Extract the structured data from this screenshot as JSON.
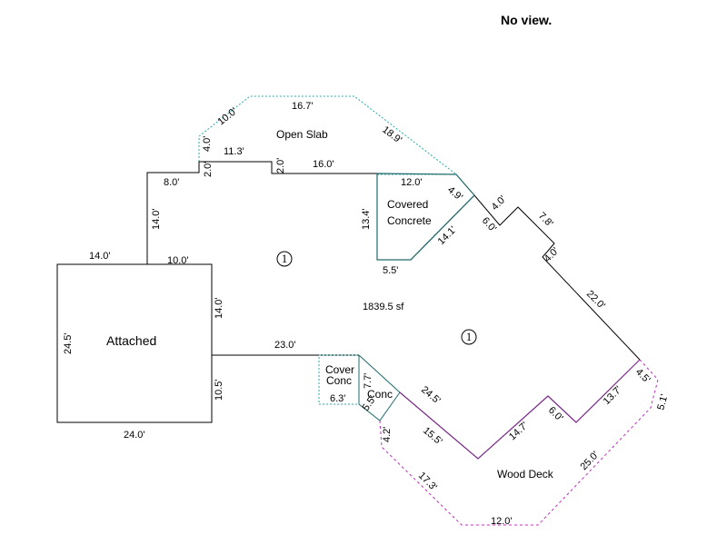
{
  "header": {
    "view_text": "No view."
  },
  "colors": {
    "main": "#000000",
    "covered": "#1f6b6b",
    "slab": "#2aa8a8",
    "deck": "#c030c0",
    "deck_edge": "#7a2a8a"
  },
  "areas": {
    "open_slab": "Open Slab",
    "covered_concrete_line1": "Covered",
    "covered_concrete_line2": "Concrete",
    "attached": "Attached",
    "cover_conc_line1": "Cover",
    "cover_conc_line2": "Conc",
    "conc": "Conc",
    "wood_deck": "Wood Deck",
    "total_sf": "1839.5 sf",
    "marker1": "1",
    "marker2": "1"
  },
  "dims": {
    "slab_top": "16.7'",
    "slab_left_diag": "10.0'",
    "slab_right_diag": "18.9'",
    "slab_left_vert": "4.0'",
    "step_11_3": "11.3'",
    "step_2_0_left": "2.0'",
    "step_2_0_right": "2.0'",
    "top_16_0": "16.0'",
    "cov_12_0": "12.0'",
    "cov_4_9": "4.9'",
    "cov_13_4": "13.4'",
    "cov_14_1": "14.1'",
    "cov_5_5": "5.5'",
    "top_8_0": "8.0'",
    "left_14_0": "14.0'",
    "notch_4_0": "4.0'",
    "notch_6_0": "6.0'",
    "notch_7_8": "7.8'",
    "right_4_0": "4.0'",
    "right_22_0": "22.0'",
    "att_14_0": "14.0'",
    "att_10_0": "10.0'",
    "att_24_5": "24.5'",
    "att_24_0": "24.0'",
    "house_14_0": "14.0'",
    "house_10_5": "10.5'",
    "house_23_0": "23.0'",
    "cc_6_3": "6.3'",
    "cc_7_7": "7.7'",
    "cc_5_5": "5.5'",
    "deck_24_5": "24.5'",
    "deck_15_5": "15.5'",
    "deck_14_7": "14.7'",
    "deck_6_0": "6.0'",
    "deck_13_7": "13.7'",
    "deck_4_5": "4.5'",
    "deck_5_1": "5.1'",
    "deck_25_0": "25.0'",
    "deck_12_0": "12.0'",
    "deck_17_3": "17.3'",
    "deck_4_2": "4.2'"
  }
}
